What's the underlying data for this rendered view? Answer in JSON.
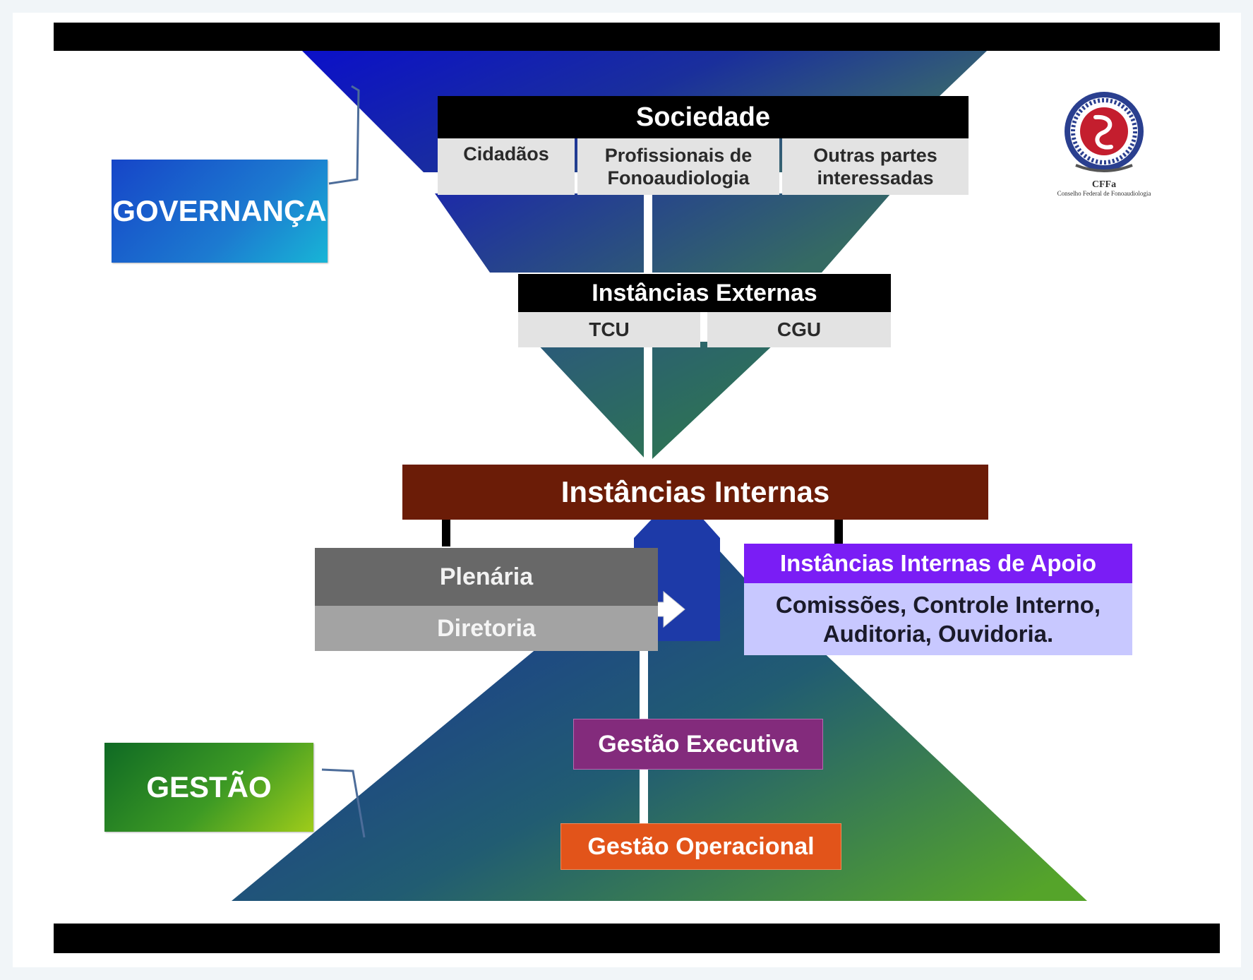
{
  "labels": {
    "governance": "GOVERNANÇA",
    "management": "GESTÃO"
  },
  "society": {
    "title": "Sociedade",
    "items": [
      "Cidadãos",
      "Profissionais de Fonoaudiologia",
      "Outras partes interessadas"
    ]
  },
  "external": {
    "title": "Instâncias Externas",
    "items": [
      "TCU",
      "CGU"
    ]
  },
  "internal": {
    "title": "Instâncias Internas",
    "plenary": "Plenária",
    "board": "Diretoria",
    "support_title": "Instâncias Internas de Apoio",
    "support_text": "Comissões, Controle Interno, Auditoria, Ouvidoria."
  },
  "management_levels": {
    "executive": "Gestão Executiva",
    "operational": "Gestão Operacional"
  },
  "logo": {
    "abbr": "CFFa",
    "name": "Conselho Federal de Fonoaudiologia",
    "ring_text": "FONOAUDIOLOGIA"
  },
  "colors": {
    "governance_box": "#1565c0",
    "management_box": "#5cab1a",
    "internal_bar": "#6b1c07",
    "support_header": "#7a1df5",
    "support_body": "#c8c8ff",
    "executive": "#832b7c",
    "operational": "#e2541a"
  }
}
